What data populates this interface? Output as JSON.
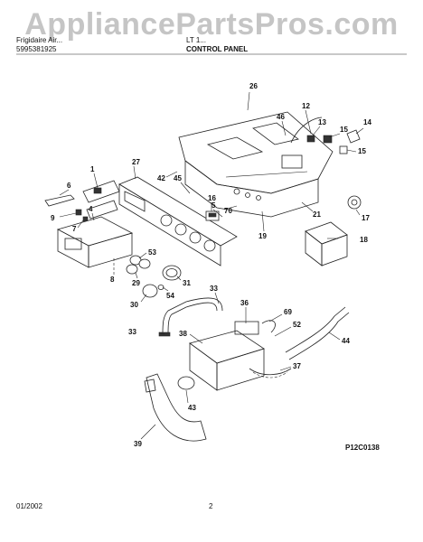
{
  "watermark": "AppliancePartsPros.com",
  "header": {
    "brand_line": "Frigidaire Air...",
    "part_no": "5995381925",
    "model": "LT 1...",
    "section_title": "CONTROL PANEL"
  },
  "figure_code": "P12C0138",
  "footer": {
    "date": "01/2002",
    "page": "2"
  },
  "callouts": [
    "26",
    "12",
    "46",
    "13",
    "15",
    "14",
    "15",
    "27",
    "1",
    "45",
    "42",
    "6",
    "16",
    "5",
    "70",
    "9",
    "7",
    "4",
    "19",
    "21",
    "17",
    "18",
    "53",
    "8",
    "29",
    "54",
    "31",
    "33",
    "30",
    "36",
    "69",
    "52",
    "33",
    "38",
    "44",
    "37",
    "43",
    "39"
  ]
}
